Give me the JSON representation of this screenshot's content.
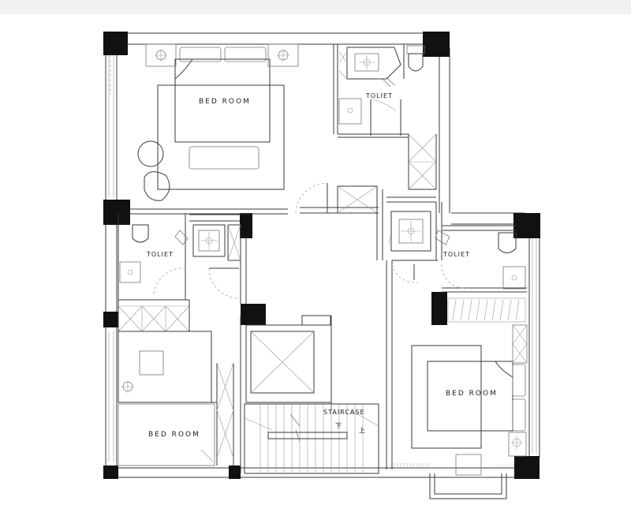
{
  "rooms": {
    "bedroom_top": "BED ROOM",
    "toilet_top": "TOLIET",
    "toilet_left": "TOLIET",
    "toilet_right": "TOLIET",
    "bedroom_right": "BED ROOM",
    "bedroom_bottom_left": "BED ROOM",
    "staircase": "STAIRCASE",
    "stair_down": "下",
    "stair_up": "上"
  }
}
